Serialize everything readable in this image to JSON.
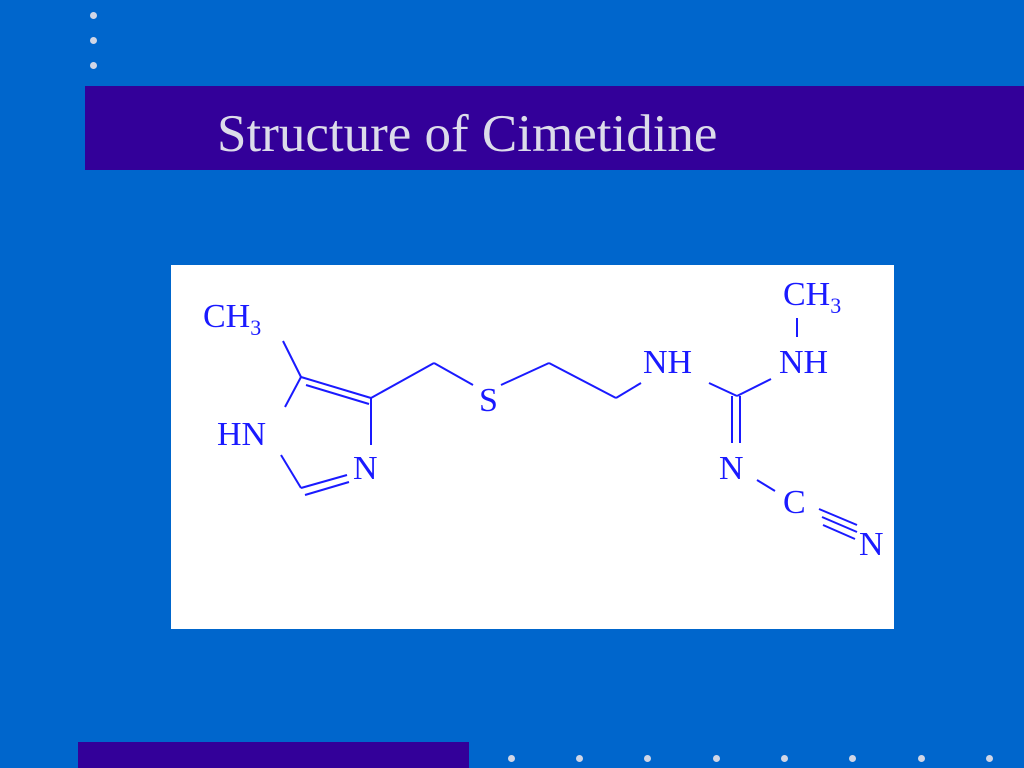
{
  "slide": {
    "title": "Structure of Cimetidine"
  },
  "molecule": {
    "name": "Cimetidine",
    "labels": {
      "ch3_left": "CH",
      "ch3_left_sub": "3",
      "hn": "HN",
      "n_ring": "N",
      "s": "S",
      "nh_left": "NH",
      "nh_right": "NH",
      "ch3_right": "CH",
      "ch3_right_sub": "3",
      "n_imine": "N",
      "c_nitrile": "C",
      "n_nitrile": "N"
    },
    "colors": {
      "structure": "#1a1aff",
      "background": "#ffffff"
    }
  },
  "theme": {
    "slide_background": "#0066CC",
    "title_bar": "#330099",
    "title_text": "#dcdcea"
  }
}
